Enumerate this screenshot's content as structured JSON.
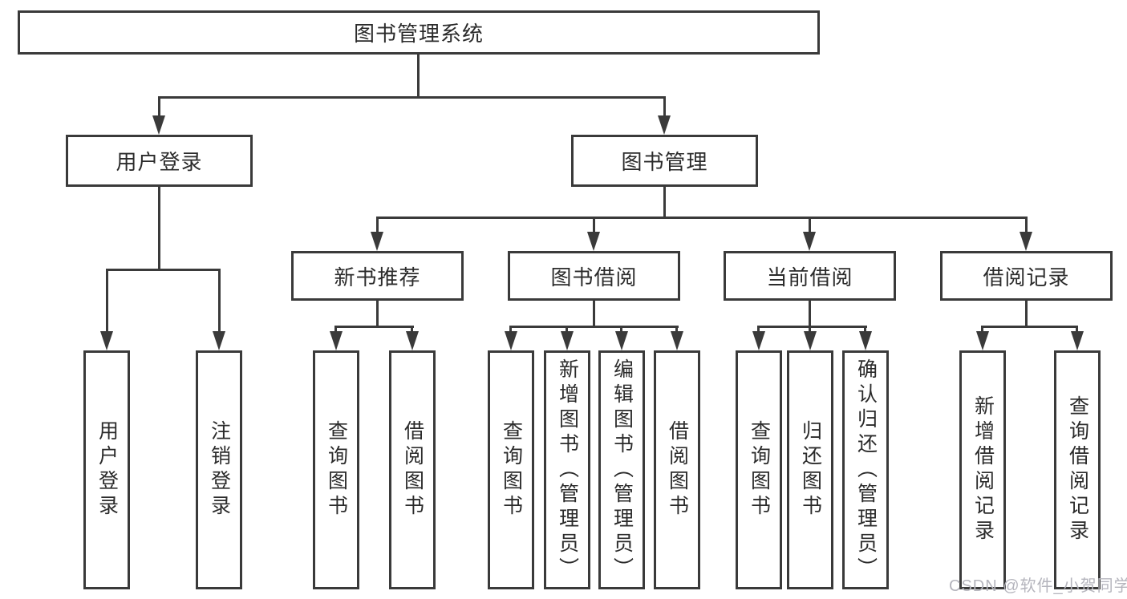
{
  "diagram": {
    "root": {
      "label": "图书管理系统"
    },
    "branches": [
      {
        "label": "用户登录",
        "children": [
          {
            "label": "用户登录"
          },
          {
            "label": "注销登录"
          }
        ]
      },
      {
        "label": "图书管理",
        "children": [
          {
            "label": "新书推荐",
            "children": [
              {
                "label": "查询图书"
              },
              {
                "label": "借阅图书"
              }
            ]
          },
          {
            "label": "图书借阅",
            "children": [
              {
                "label": "查询图书"
              },
              {
                "label": "新增图书（管理员）"
              },
              {
                "label": "编辑图书（管理员）"
              },
              {
                "label": "借阅图书"
              }
            ]
          },
          {
            "label": "当前借阅",
            "children": [
              {
                "label": "查询图书"
              },
              {
                "label": "归还图书"
              },
              {
                "label": "确认归还（管理员）"
              }
            ]
          },
          {
            "label": "借阅记录",
            "children": [
              {
                "label": "新增借阅记录"
              },
              {
                "label": "查询借阅记录"
              }
            ]
          }
        ]
      }
    ]
  },
  "watermark": {
    "text": "CSDN @软件_小贺同学"
  },
  "colors": {
    "line": "#3a3a3a",
    "text": "#2b2b2b",
    "background": "#ffffff",
    "watermark": "#b5b5bd"
  }
}
